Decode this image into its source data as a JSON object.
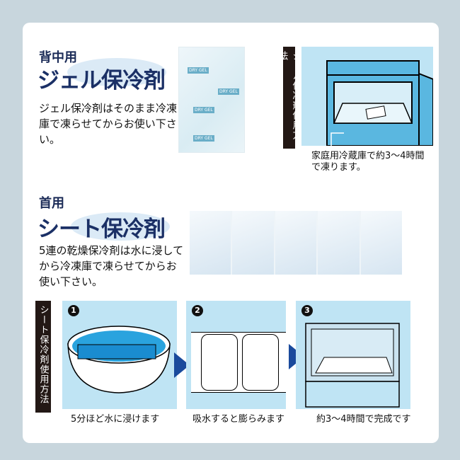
{
  "gel": {
    "subtitle": "背中用",
    "title": "ジェル保冷剤",
    "description": "ジェル保冷剤はそのまま冷凍庫で凍らせてからお使い下さい。",
    "usage_label": "ジェル保冷剤使用方法",
    "usage_caption": "家庭用冷蔵庫で約3〜4時間で凍ります。",
    "pack_print": "DRY GEL"
  },
  "sheet": {
    "subtitle": "首用",
    "title": "シート保冷剤",
    "description": "5連の乾燥保冷剤は水に浸してから冷凍庫で凍らせてからお使い下さい。",
    "usage_label": "シート保冷剤使用方法",
    "steps": [
      {
        "number": "1",
        "caption": "5分ほど水に浸けます"
      },
      {
        "number": "2",
        "caption": "吸水すると膨らみます"
      },
      {
        "number": "3",
        "caption": "約3〜4時間で完成です"
      }
    ]
  },
  "colors": {
    "navy": "#1b3066",
    "panel": "#bfe4f4",
    "arrow": "#1a4a9c",
    "background": "#c8d6dd"
  }
}
